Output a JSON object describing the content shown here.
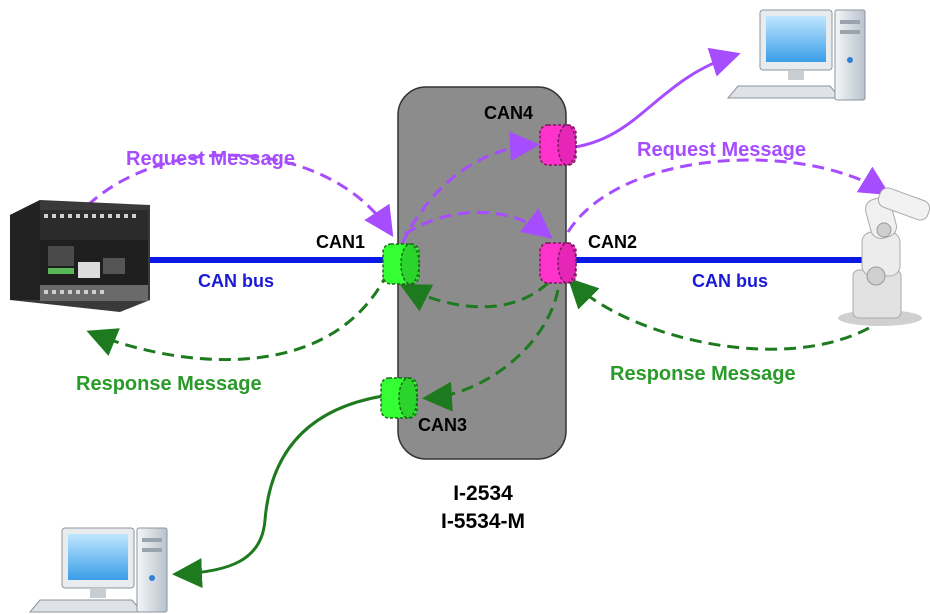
{
  "diagram": {
    "device_models": [
      "I-2534",
      "I-5534-M"
    ],
    "ports": {
      "can1": "CAN1",
      "can2": "CAN2",
      "can3": "CAN3",
      "can4": "CAN4"
    },
    "bus_labels": {
      "left": "CAN bus",
      "right": "CAN bus"
    },
    "message_labels": {
      "request_left": "Request Message",
      "request_right": "Request Message",
      "response_left": "Response Message",
      "response_right": "Response Message"
    },
    "icons": [
      "plc-icon",
      "robot-arm-icon",
      "desktop-computer-icon",
      "desktop-computer-icon"
    ],
    "colors": {
      "gateway_body": "#8c8c8c",
      "bus_line": "#0a18e6",
      "request_arrow": "#a64dff",
      "response_arrow": "#1e7a1e",
      "port_green": "#33ff33",
      "port_magenta": "#ff33cc",
      "label_blue": "#1a1ad6",
      "label_green": "#2a9a2a"
    }
  }
}
